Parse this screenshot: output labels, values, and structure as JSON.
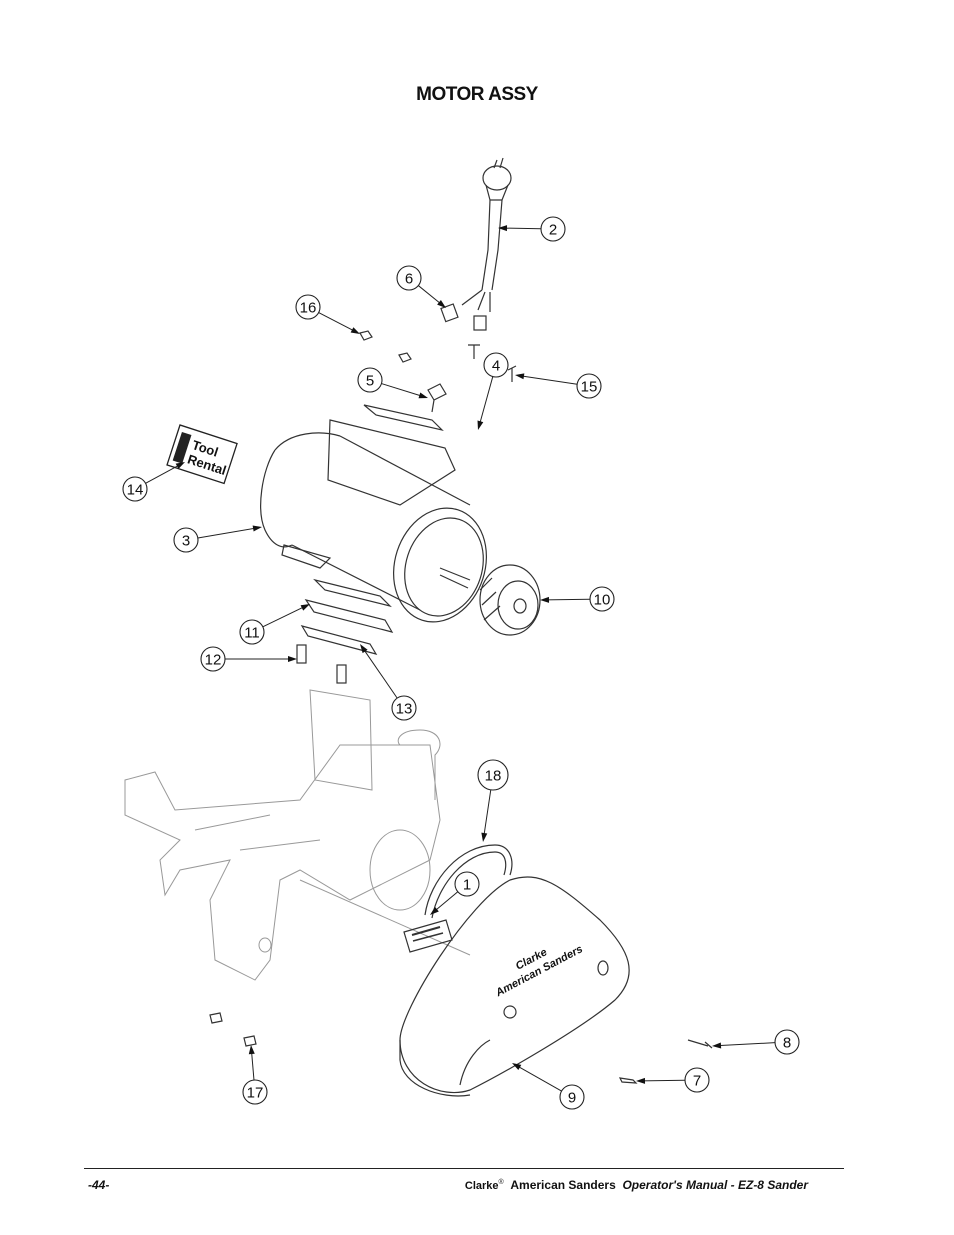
{
  "title": "MOTOR ASSY",
  "callouts": [
    {
      "label": "1"
    },
    {
      "label": "2"
    },
    {
      "label": "3"
    },
    {
      "label": "4"
    },
    {
      "label": "5"
    },
    {
      "label": "6"
    },
    {
      "label": "7"
    },
    {
      "label": "8"
    },
    {
      "label": "9"
    },
    {
      "label": "10"
    },
    {
      "label": "11"
    },
    {
      "label": "12"
    },
    {
      "label": "13"
    },
    {
      "label": "14"
    },
    {
      "label": "15"
    },
    {
      "label": "16"
    },
    {
      "label": "17"
    },
    {
      "label": "18"
    }
  ],
  "decal_tool_rental": {
    "line1": "Tool",
    "line2": "Rental"
  },
  "belt_cover_logo": {
    "line1": "Clarke",
    "line2": "American Sanders"
  },
  "footer": {
    "page": "-44-",
    "brand": "Clarke",
    "registered": "®",
    "maker": "American Sanders",
    "manual": "Operator's Manual - EZ-8 Sander"
  }
}
